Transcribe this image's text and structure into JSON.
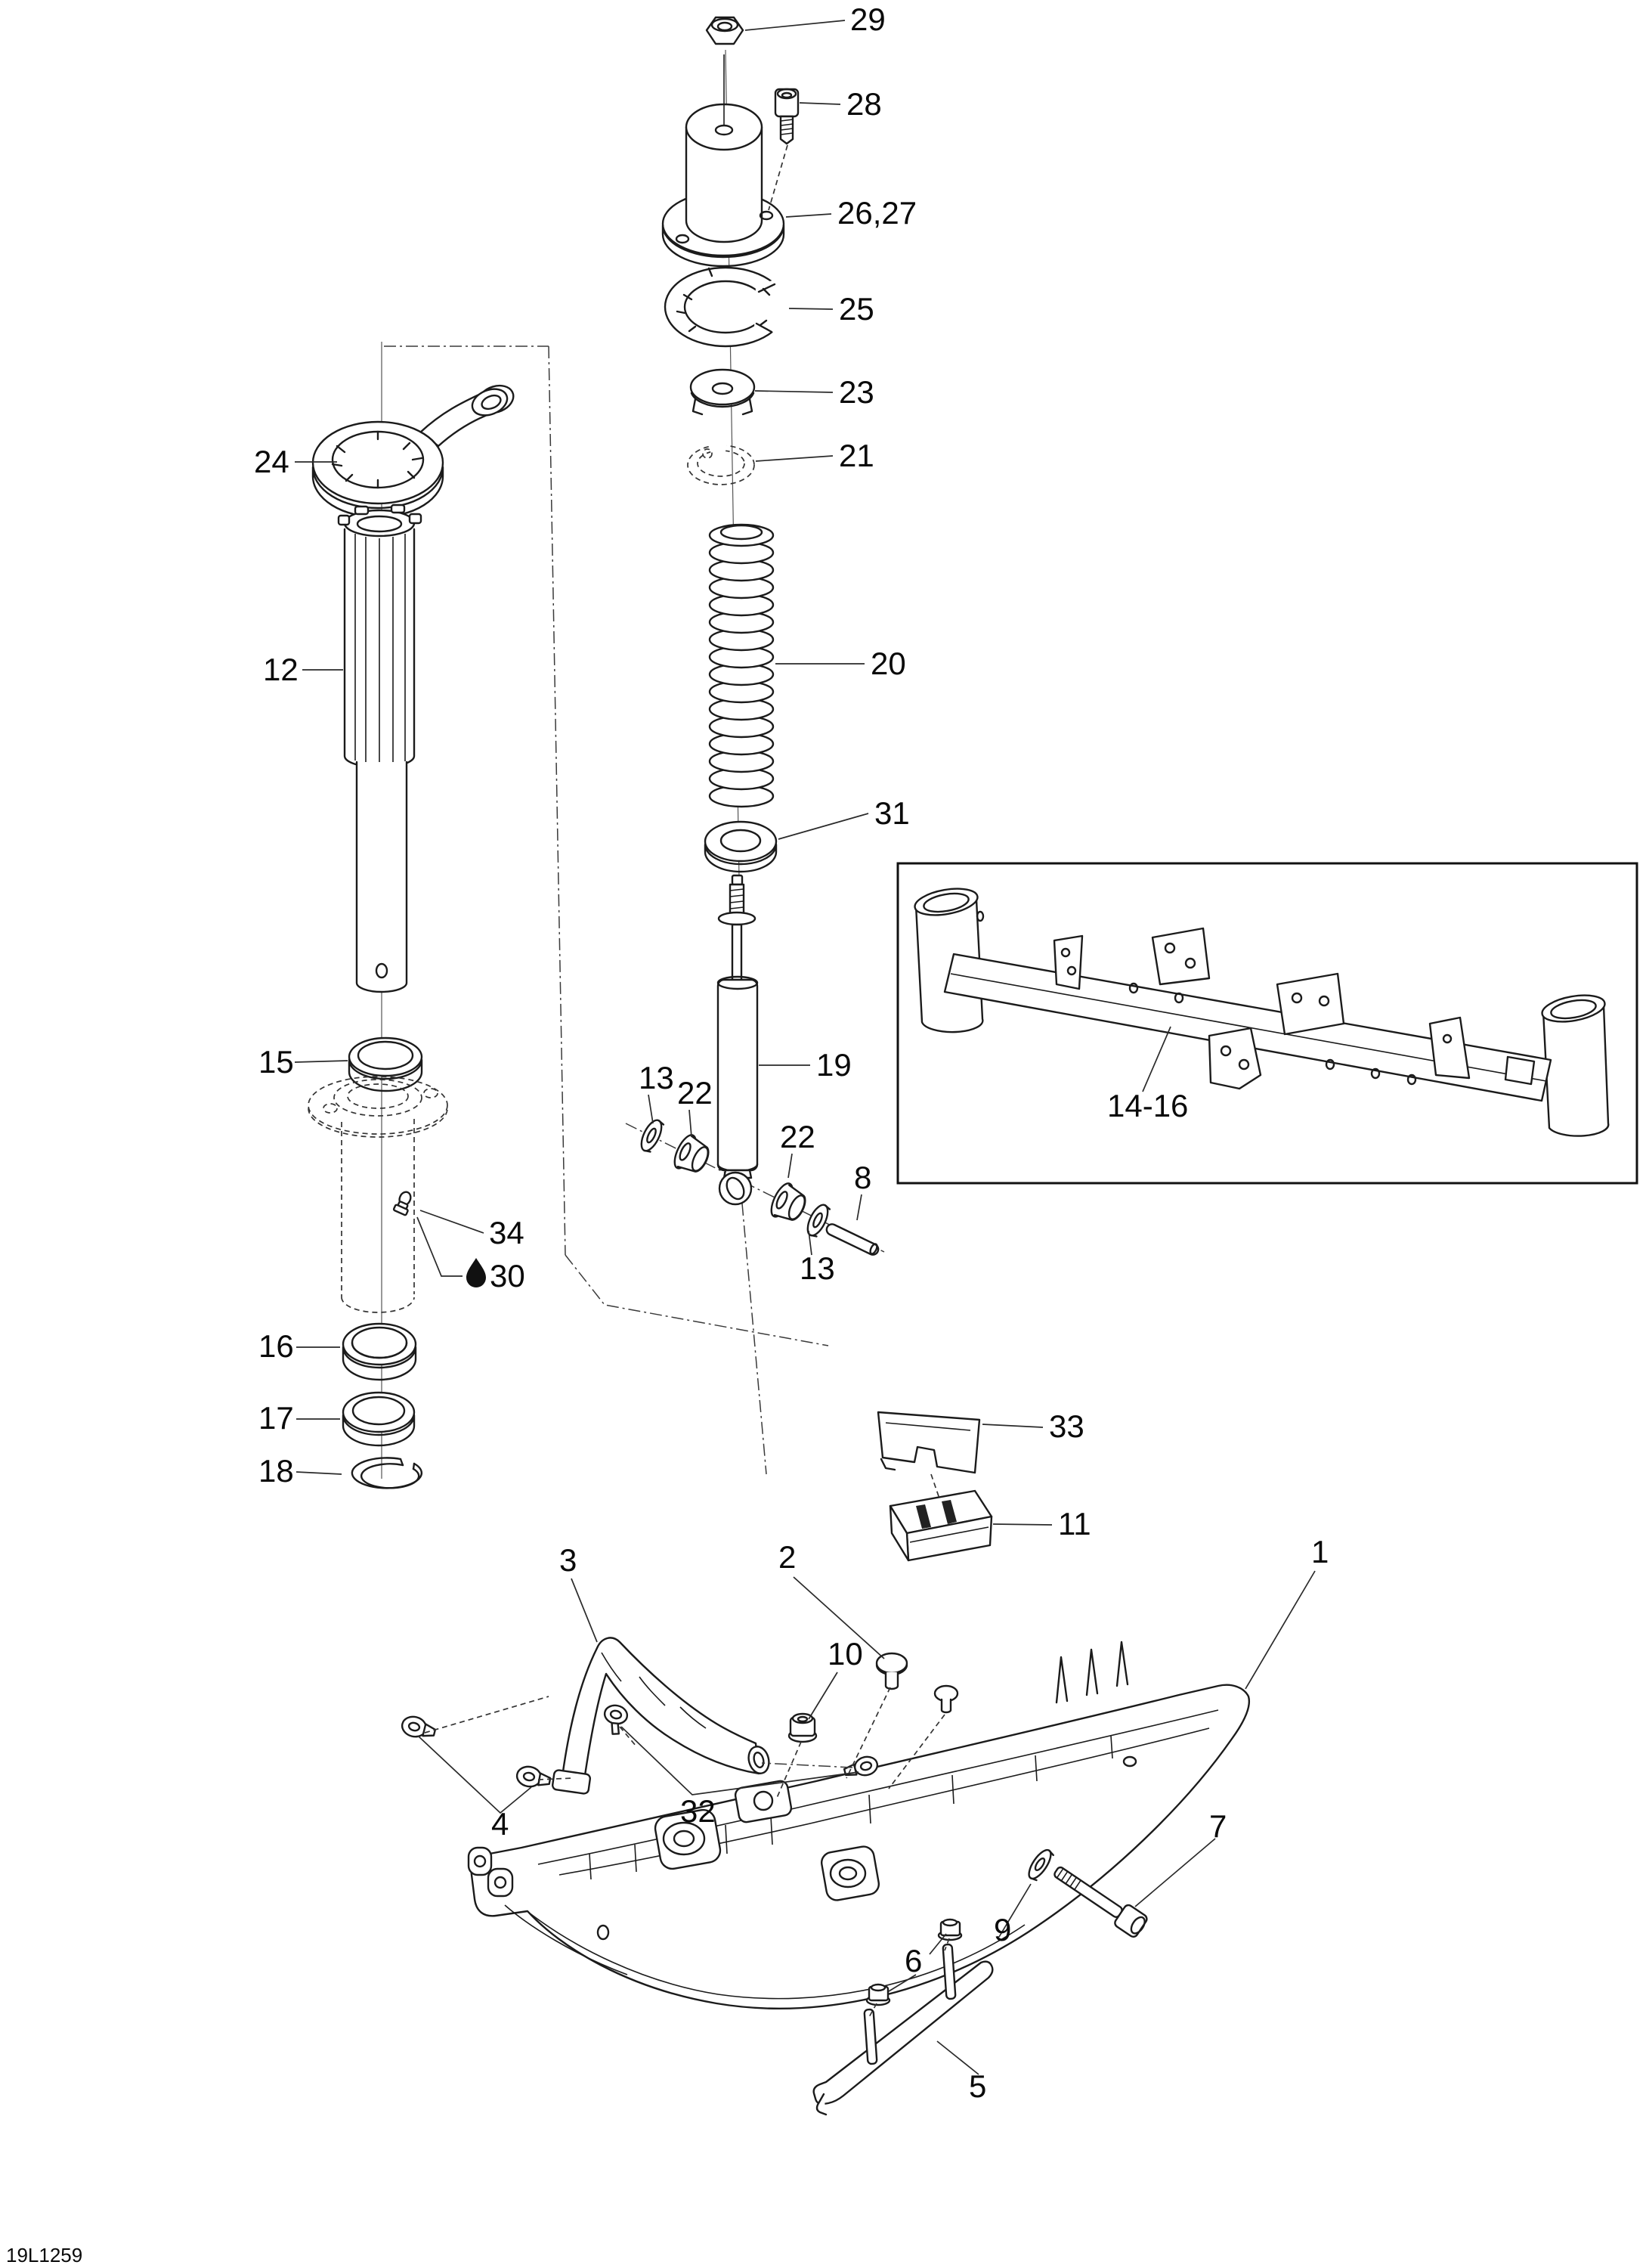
{
  "diagram": {
    "code": "19L1259",
    "type": "exploded-parts-diagram",
    "subject": "front suspension and ski",
    "icons": {
      "lubricant_droplet": "drop-shape"
    },
    "callouts": [
      {
        "label": "29"
      },
      {
        "label": "28"
      },
      {
        "label": "26,27"
      },
      {
        "label": "25"
      },
      {
        "label": "23"
      },
      {
        "label": "21"
      },
      {
        "label": "24"
      },
      {
        "label": "12"
      },
      {
        "label": "20"
      },
      {
        "label": "31"
      },
      {
        "label": "14-16"
      },
      {
        "label": "15"
      },
      {
        "label": "19"
      },
      {
        "label": "13"
      },
      {
        "label": "22"
      },
      {
        "label": "22"
      },
      {
        "label": "8"
      },
      {
        "label": "13"
      },
      {
        "label": "34"
      },
      {
        "label": "30",
        "icon": "lubricant_droplet"
      },
      {
        "label": "16"
      },
      {
        "label": "17"
      },
      {
        "label": "18"
      },
      {
        "label": "33"
      },
      {
        "label": "11"
      },
      {
        "label": "3"
      },
      {
        "label": "2"
      },
      {
        "label": "1"
      },
      {
        "label": "10"
      },
      {
        "label": "4"
      },
      {
        "label": "32"
      },
      {
        "label": "7"
      },
      {
        "label": "9"
      },
      {
        "label": "6"
      },
      {
        "label": "5"
      }
    ]
  }
}
